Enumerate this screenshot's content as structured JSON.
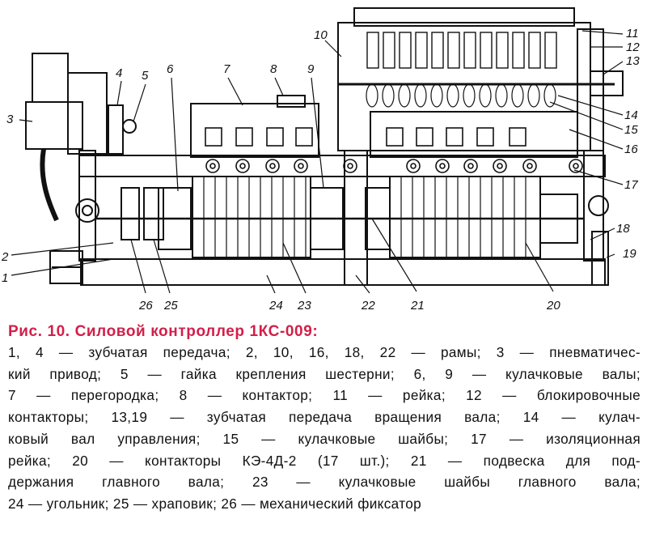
{
  "figure": {
    "callouts": [
      "1",
      "2",
      "3",
      "4",
      "5",
      "6",
      "7",
      "8",
      "9",
      "10",
      "11",
      "12",
      "13",
      "14",
      "15",
      "16",
      "17",
      "18",
      "19",
      "20",
      "21",
      "22",
      "23",
      "24",
      "25",
      "26"
    ]
  },
  "caption": {
    "title": "Рис. 10. Силовой контроллер 1КС-009:",
    "lines": [
      "1, 4 — зубчатая передача; 2, 10, 16, 18, 22 — рамы; 3 — пневматичес-",
      "кий привод; 5 — гайка крепления шестерни; 6, 9 — кулачковые валы;",
      "7 — перегородка; 8 — контактор; 11 — рейка; 12 — блокировочные",
      "контакторы; 13,19 — зубчатая передача вращения вала; 14 — кулач-",
      "ковый вал управления; 15 — кулачковые шайбы; 17 — изоляционная",
      "рейка; 20 — контакторы КЭ-4Д-2 (17 шт.); 21 — подвеска для под-",
      "держания главного вала; 23 — кулачковые шайбы главного вала;",
      "24 — угольник; 25 — храповик; 26 — механический фиксатор"
    ]
  }
}
